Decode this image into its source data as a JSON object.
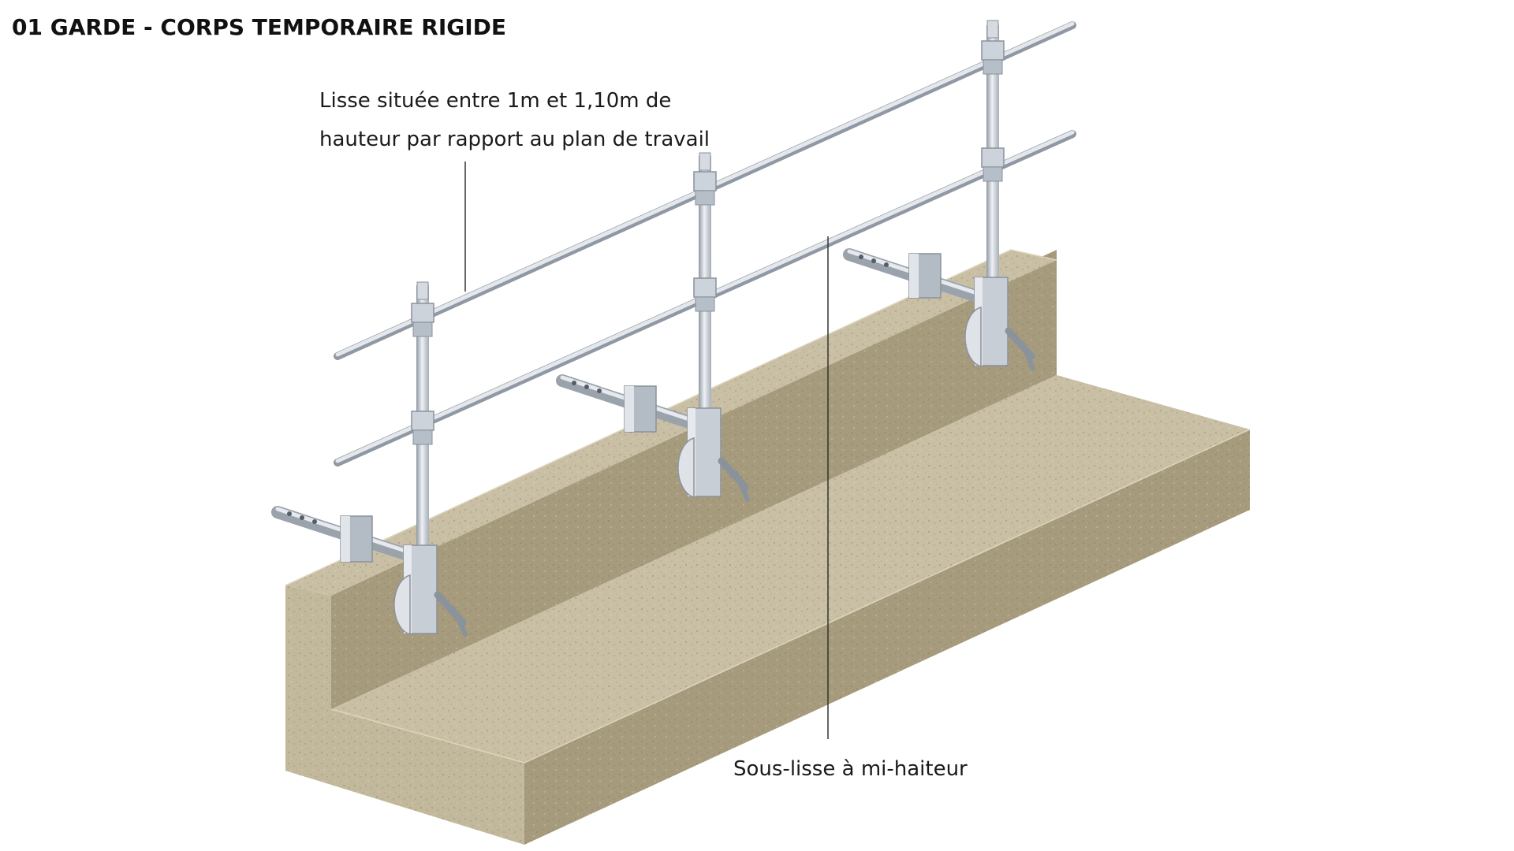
{
  "title": "01 GARDE - CORPS TEMPORAIRE RIGIDE",
  "labels": {
    "lisse_line1": "Lisse située entre 1m et 1,10m de",
    "lisse_line2": "hauteur par rapport au plan de travail",
    "sous_lisse": "Sous-lisse à mi-haiteur"
  },
  "colors": {
    "concrete_top": "#c9bfa5",
    "concrete_side": "#a69b7c",
    "concrete_dark": "#8f8466",
    "metal": "#c4cbd3",
    "metal_dark": "#8a929c",
    "metal_light": "#eef1f4",
    "leader_line": "#333333"
  }
}
